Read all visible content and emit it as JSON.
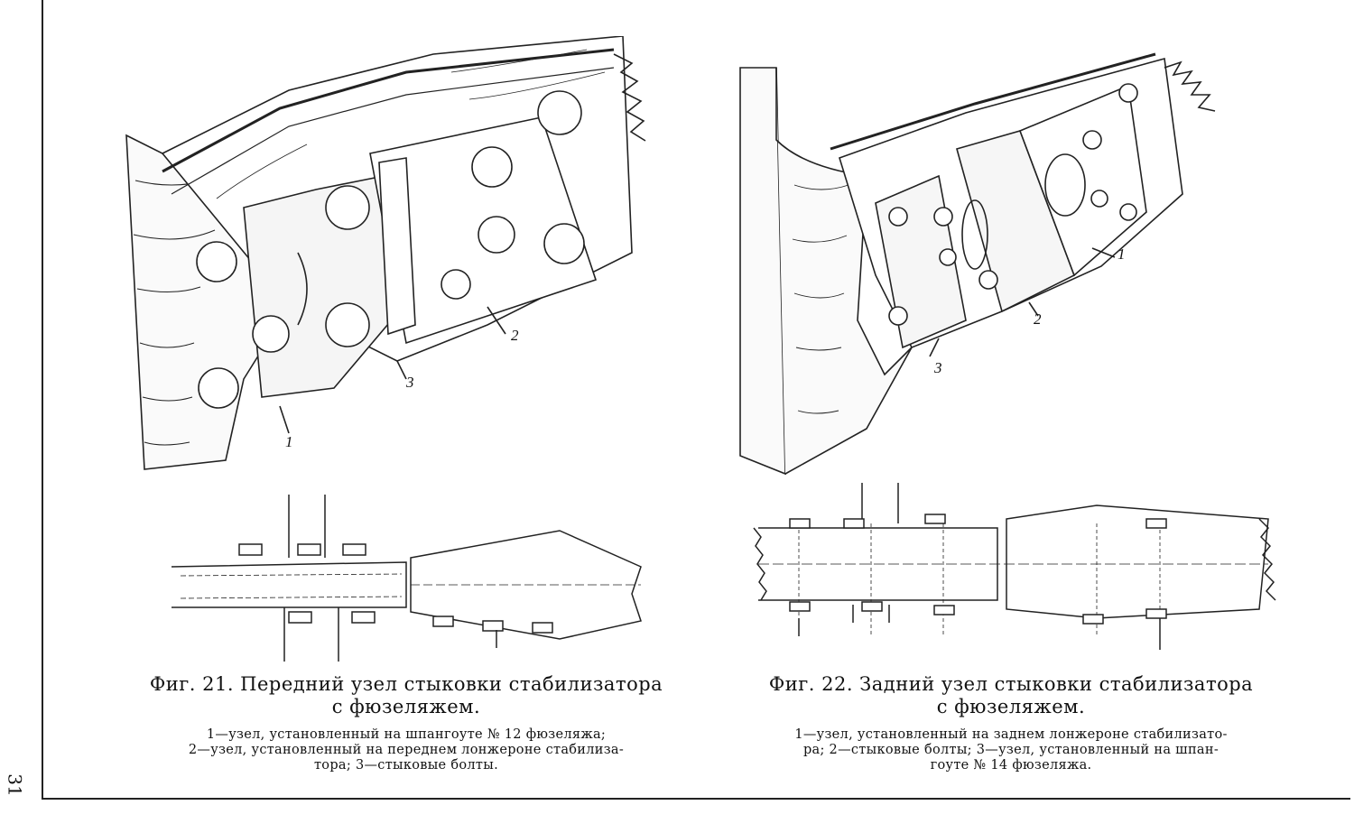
{
  "page_number": "31",
  "figures": [
    {
      "title_line1": "Фиг. 21. Передний узел стыковки стабилизатора",
      "title_line2": "с фюзеляжем.",
      "legend_line1": "1—узел, установленный на шпангоуте № 12 фюзеляжа;",
      "legend_line2": "2—узел, установленный на переднем лонжероне стабилиза-",
      "legend_line3": "тора; 3—стыковые болты.",
      "callouts": [
        "1",
        "2",
        "3"
      ]
    },
    {
      "title_line1": "Фиг. 22. Задний узел стыковки стабилизатора",
      "title_line2": "с фюзеляжем.",
      "legend_line1": "1—узел, установленный на заднем лонжероне стабилизато-",
      "legend_line2": "ра; 2—стыковые болты; 3—узел, установленный на шпан-",
      "legend_line3": "гоуте № 14 фюзеляжа.",
      "callouts": [
        "1",
        "2",
        "3"
      ]
    }
  ]
}
